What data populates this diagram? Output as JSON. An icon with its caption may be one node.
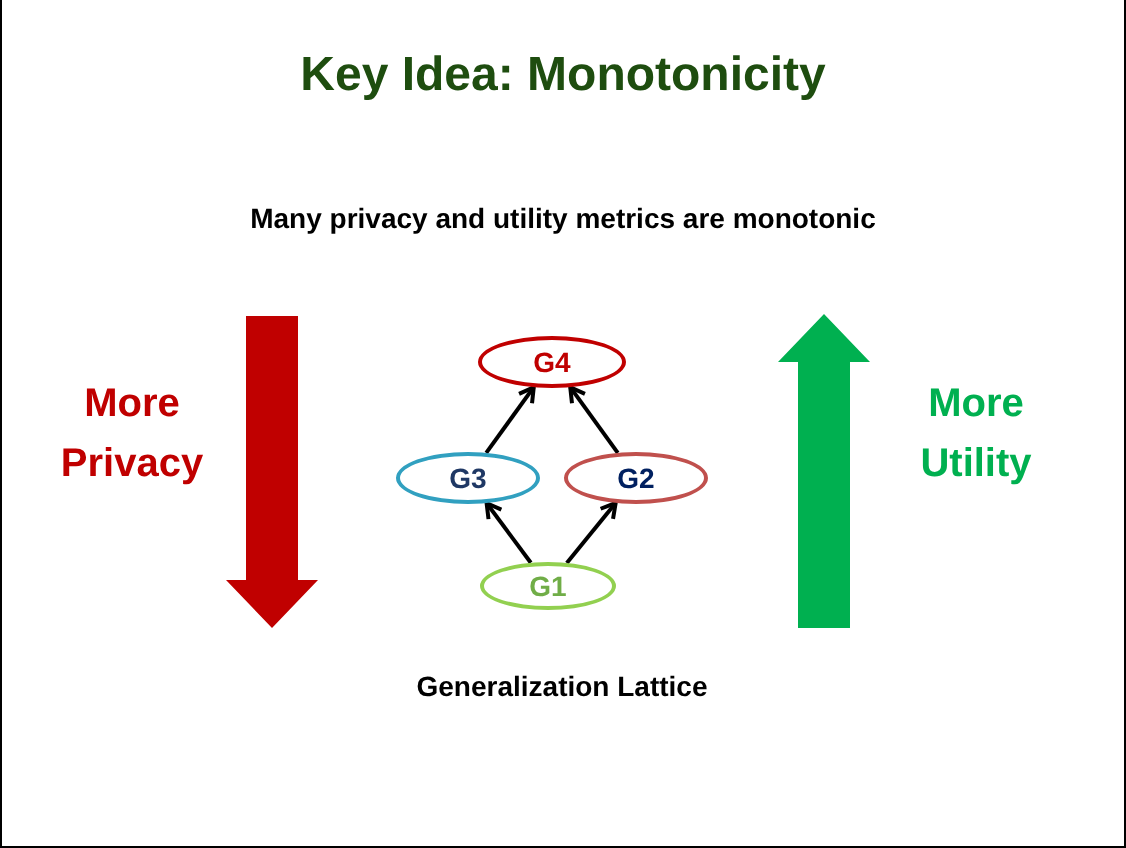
{
  "diagram": {
    "title": "Key Idea: Monotonicity",
    "nodes": [
      {
        "text": [
          "G4"
        ]
      },
      {
        "text": [
          "G3"
        ]
      },
      {
        "text": [
          "G2"
        ]
      },
      {
        "text": [
          "G1"
        ]
      }
    ],
    "edges": [
      {
        "from": 3,
        "to": 1,
        "arrow": "to"
      },
      {
        "from": 3,
        "to": 2,
        "arrow": "to"
      },
      {
        "from": 1,
        "to": 0,
        "arrow": "to"
      },
      {
        "from": 2,
        "to": 0,
        "arrow": "to"
      }
    ],
    "labels": [
      "Many privacy and utility metrics are monotonic",
      "More Privacy",
      "More Utility",
      "Generalization Lattice"
    ]
  }
}
